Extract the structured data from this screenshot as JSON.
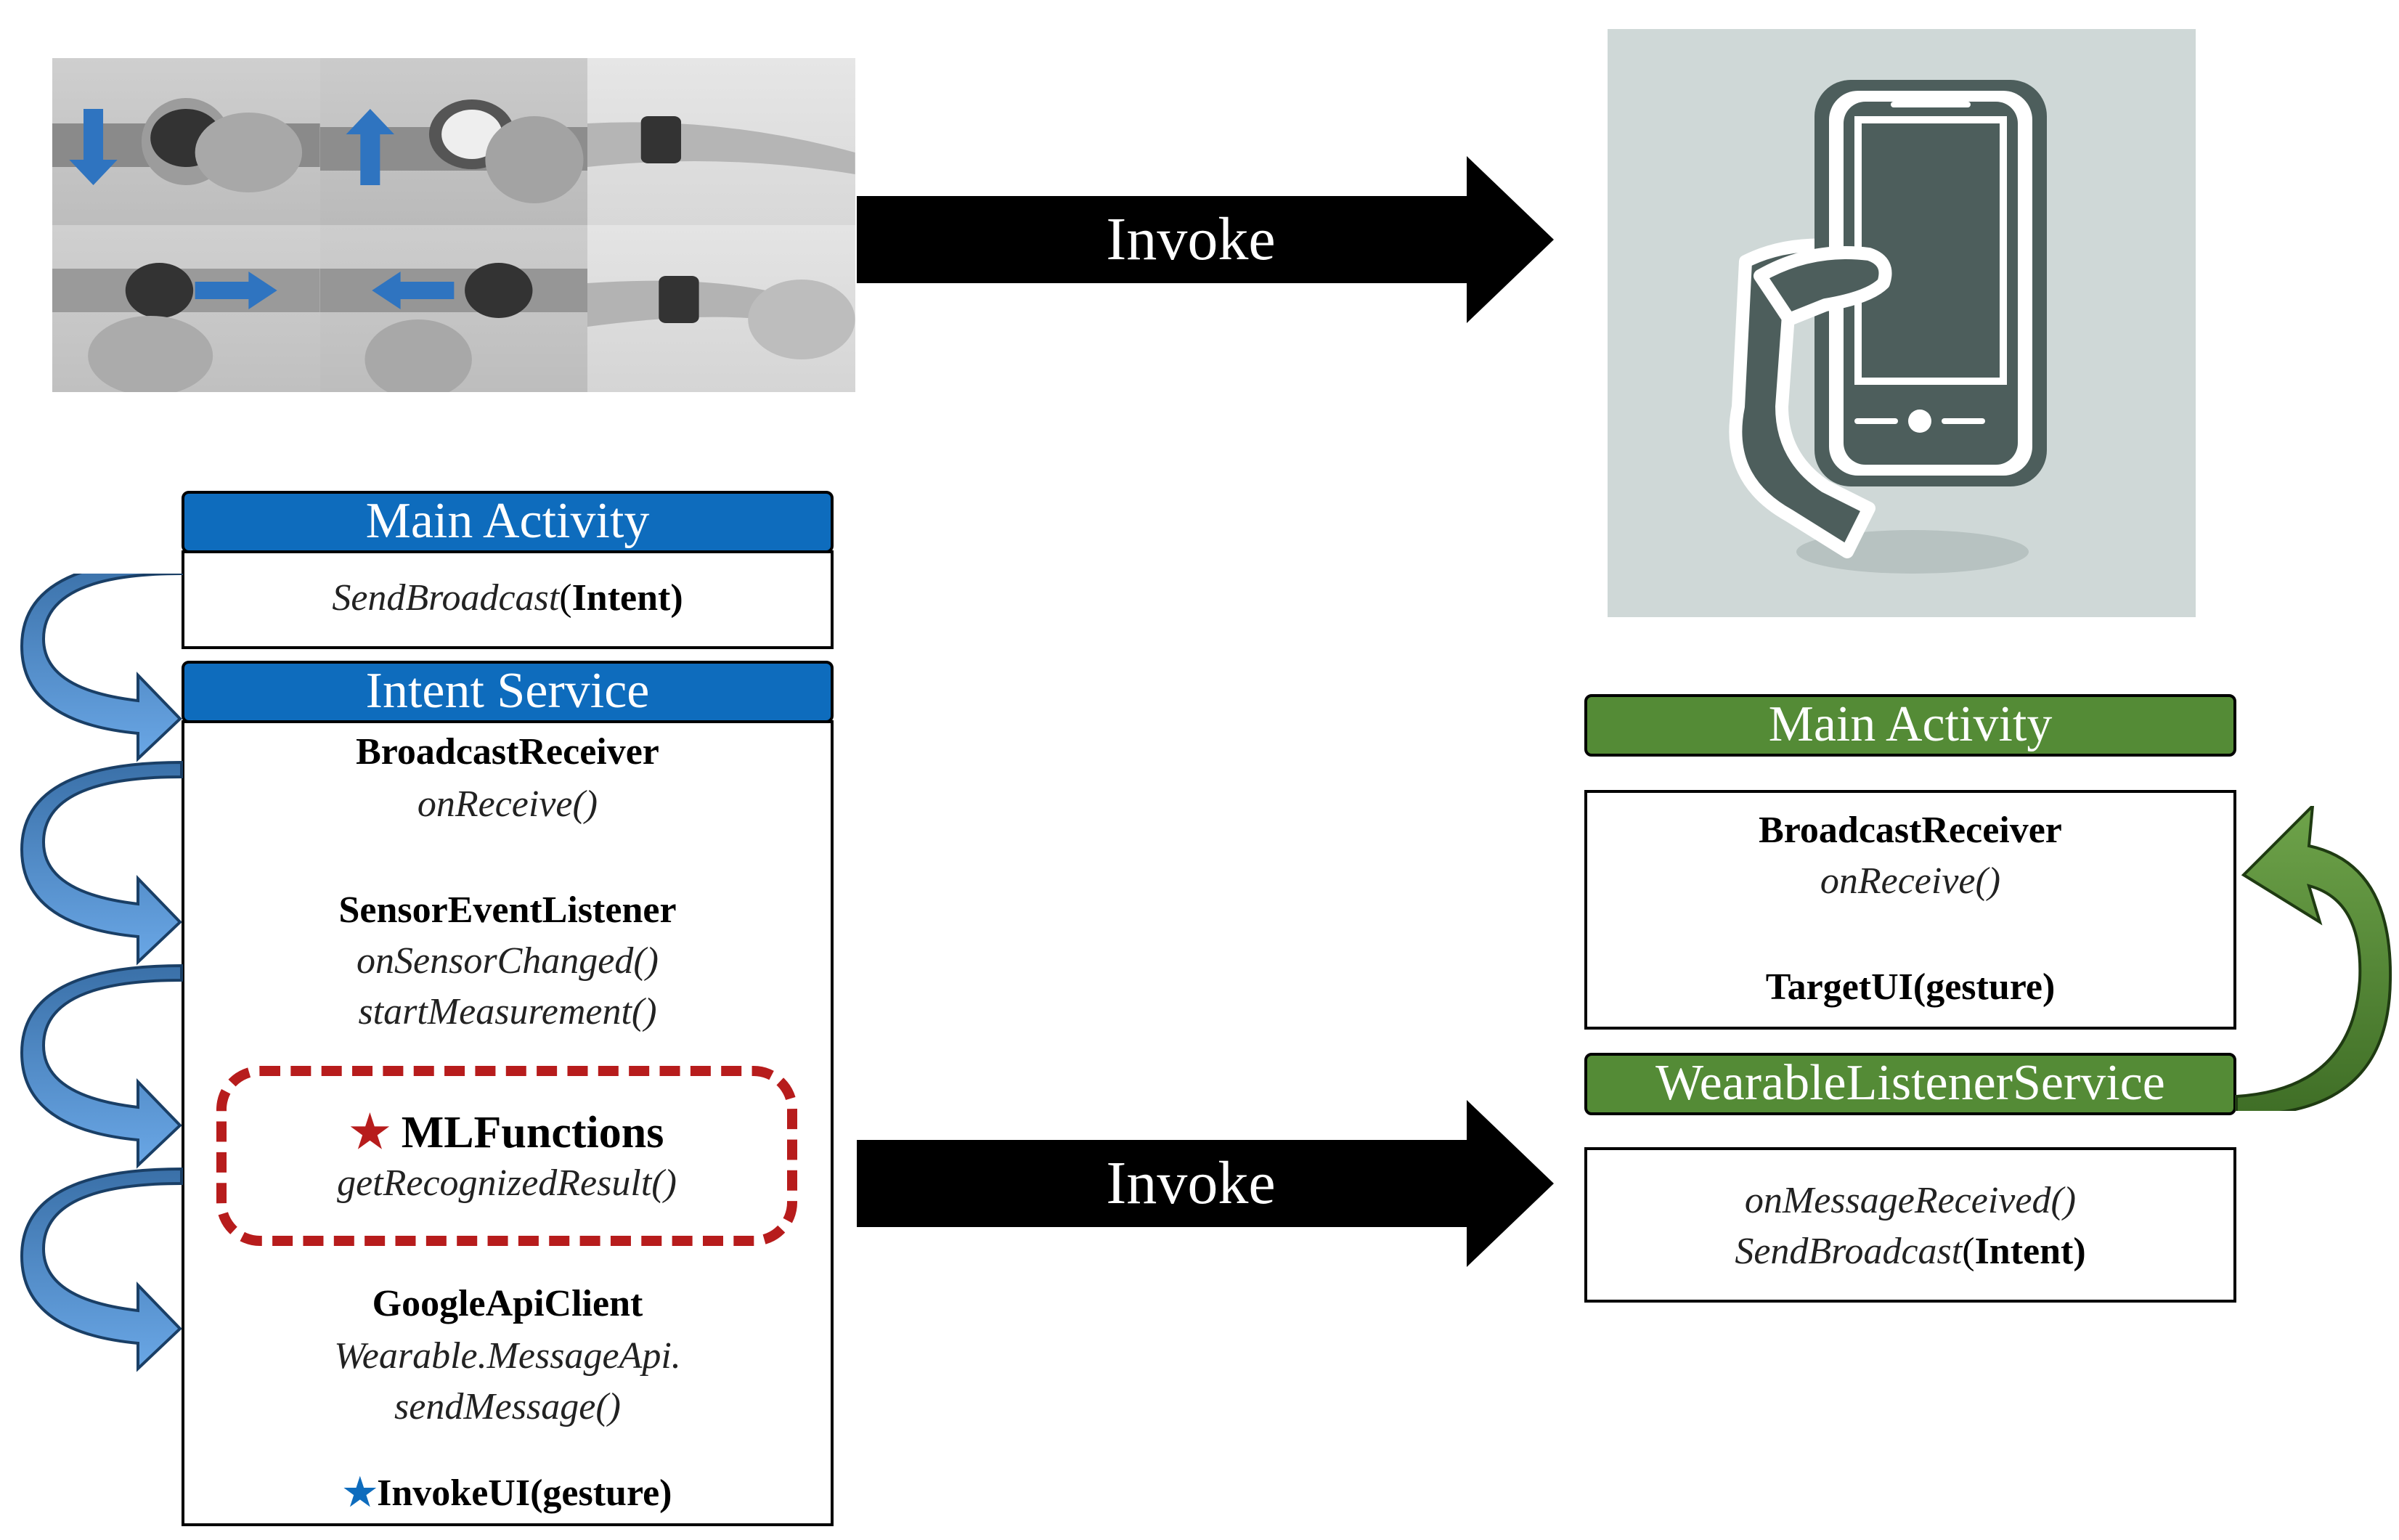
{
  "arrows": {
    "top_label": "Invoke",
    "bottom_label": "Invoke"
  },
  "watch": {
    "main_activity": {
      "title": "Main Activity",
      "method_italic": "SendBroadcast",
      "method_paren_open": "(",
      "method_arg": "Intent",
      "method_paren_close": ")"
    },
    "intent_service": {
      "title": "Intent Service",
      "broadcast_receiver": "BroadcastReceiver",
      "on_receive": "onReceive()",
      "sensor_listener": "SensorEventListener",
      "on_sensor_changed": "onSensorChanged()",
      "start_measurement": "startMeasurement()",
      "ml_star": "★",
      "ml_functions": " MLFunctions",
      "get_result": "getRecognizedResult()",
      "google_api": "GoogleApiClient",
      "message_api": "Wearable.MessageApi.",
      "send_message": "sendMessage()",
      "invoke_star": "★",
      "invoke_ui": "InvokeUI(gesture)"
    }
  },
  "phone": {
    "main_activity": {
      "title": "Main Activity",
      "broadcast_receiver": "BroadcastReceiver",
      "on_receive": "onReceive()",
      "target_ui": "TargetUI(gesture)"
    },
    "listener_service": {
      "title": "WearableListenerService",
      "on_message": "onMessageReceived()",
      "method_italic": "SendBroadcast",
      "method_paren_open": "(",
      "method_arg": "Intent",
      "method_paren_close": ")"
    }
  },
  "colors": {
    "watch_header": "#0e6cbd",
    "phone_header": "#548b36",
    "ml_border": "#b71c1c",
    "phone_bg": "#cfd8d7",
    "phone_body": "#4d5e5c"
  }
}
